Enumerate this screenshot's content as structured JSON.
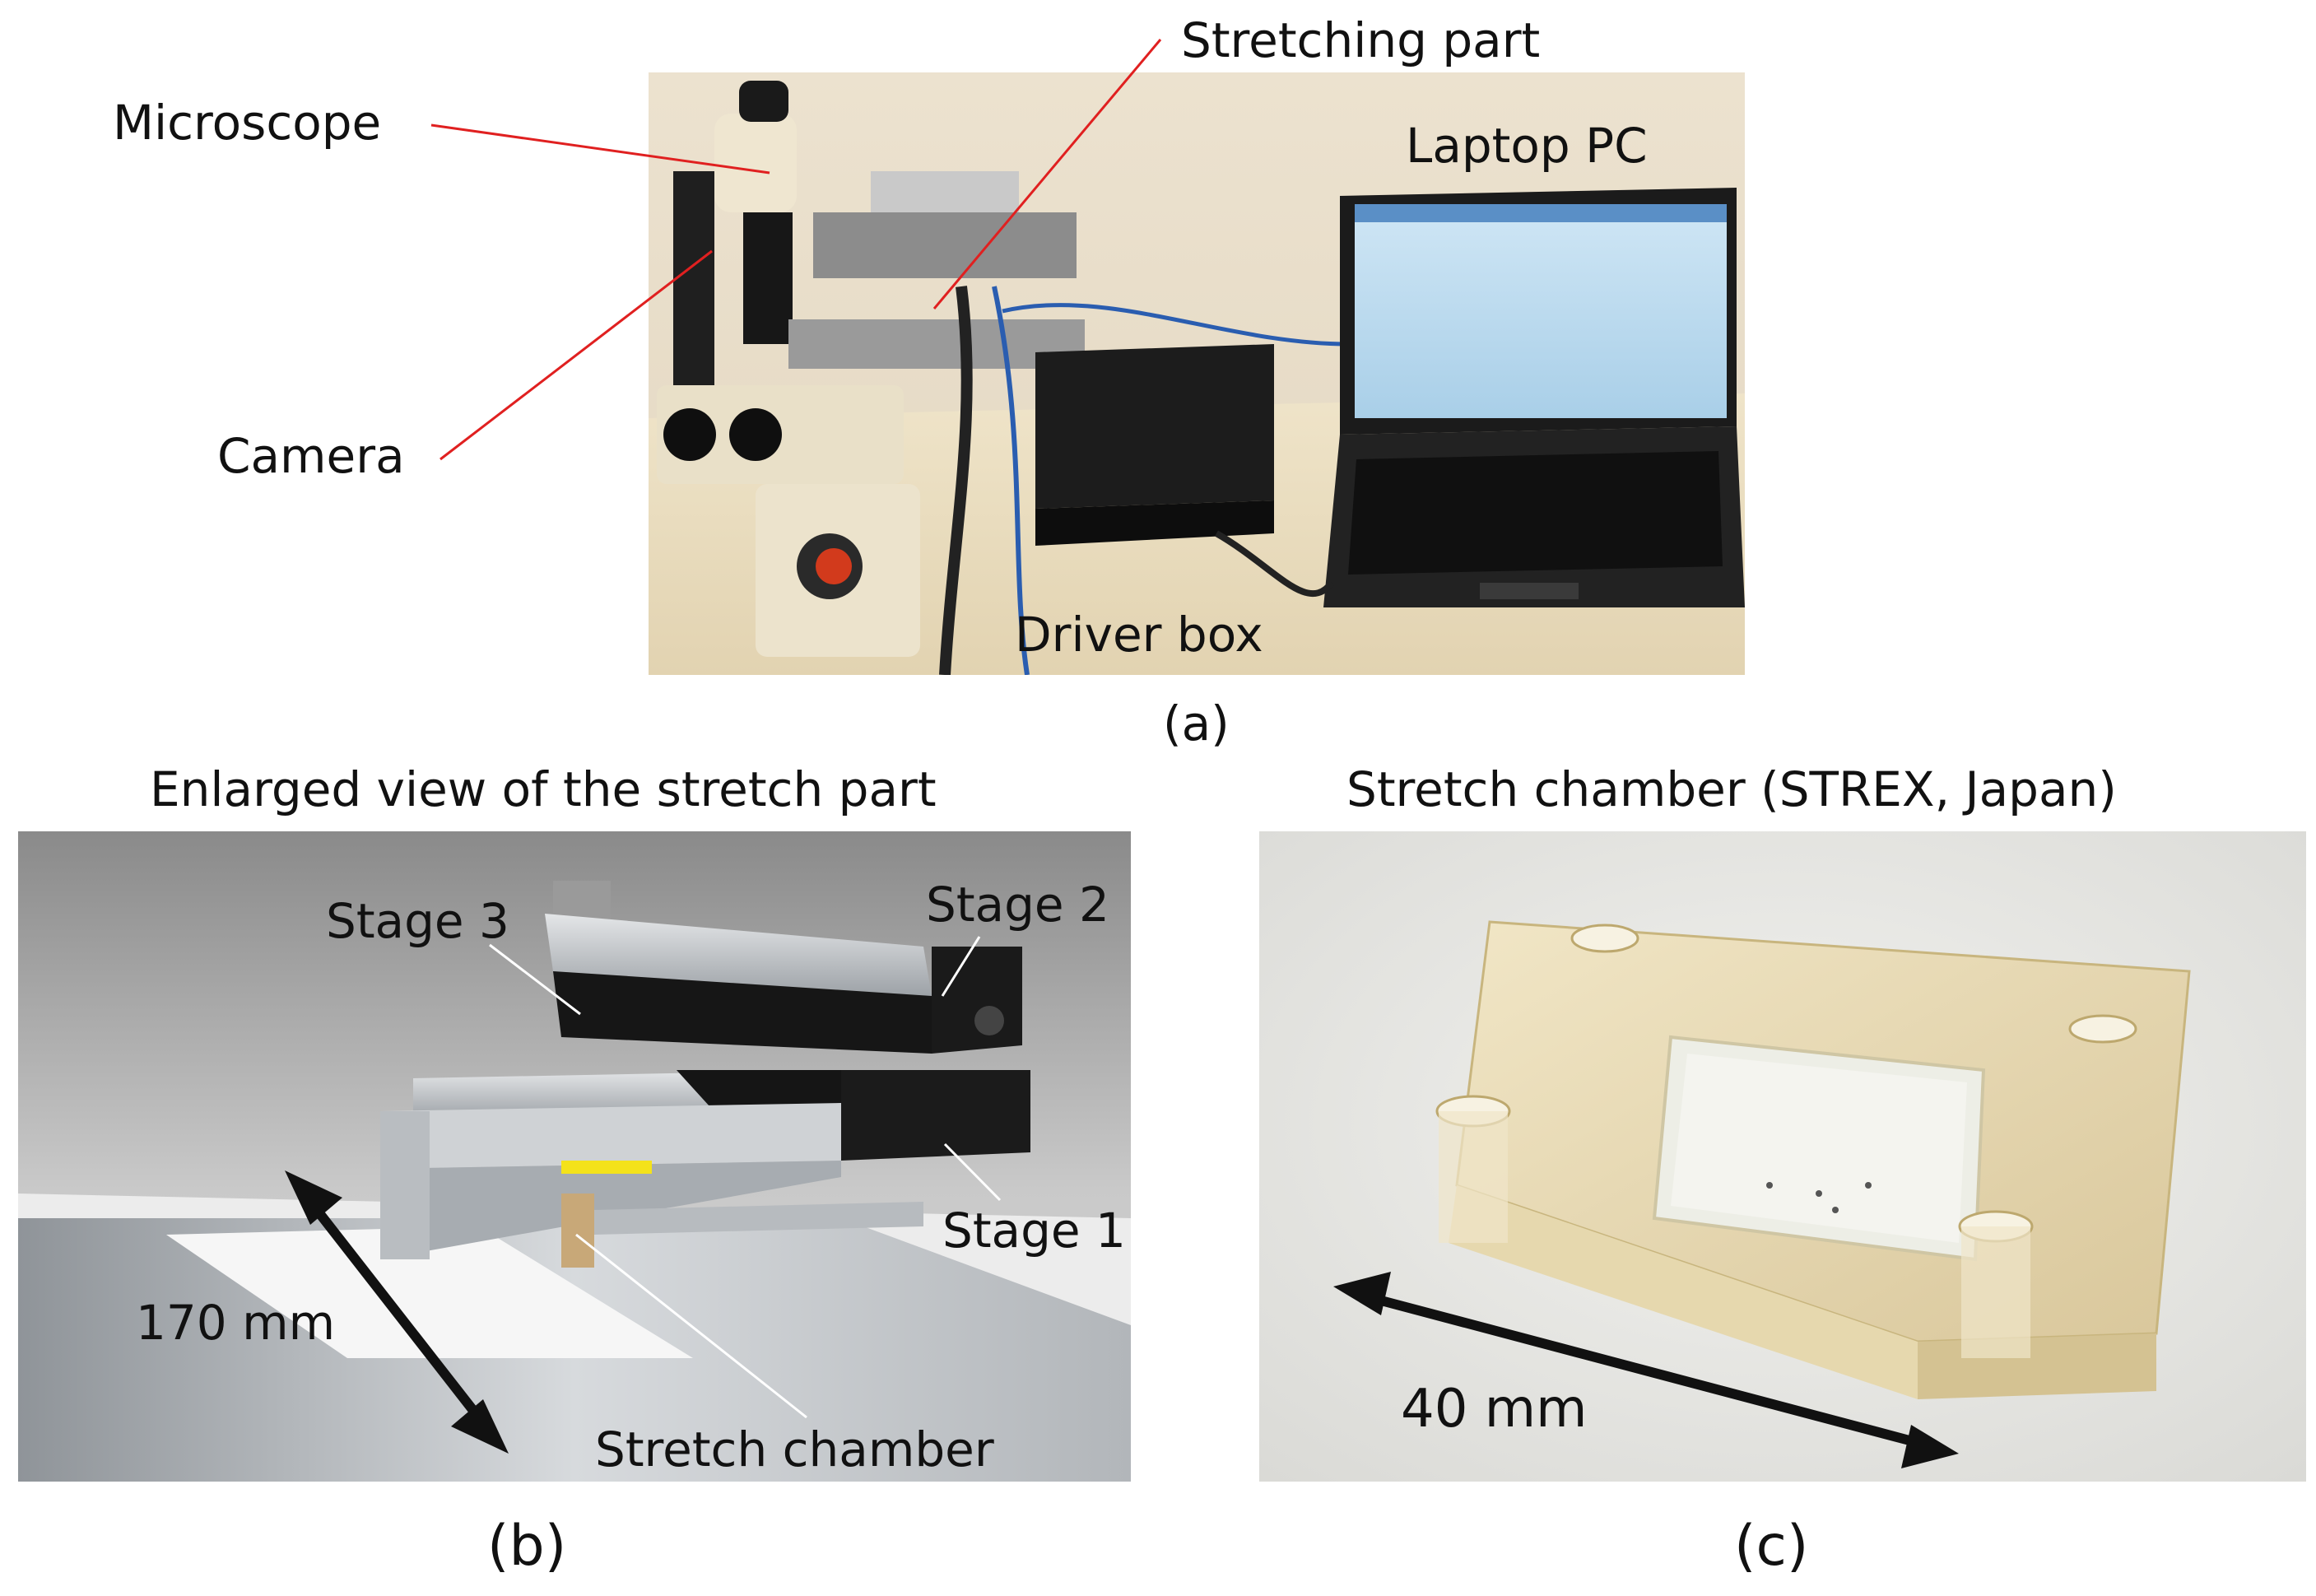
{
  "panel_a": {
    "labels": {
      "stretching_part": "Stretching part",
      "microscope": "Microscope",
      "laptop_pc": "Laptop PC",
      "camera": "Camera",
      "driver_box": "Driver box"
    },
    "caption": "(a)"
  },
  "panel_b": {
    "title": "Enlarged view of the stretch part",
    "labels": {
      "stage_3": "Stage 3",
      "stage_2": "Stage 2",
      "stage_1": "Stage 1",
      "dimension": "170 mm",
      "stretch_chamber": "Stretch chamber"
    },
    "caption": "(b)"
  },
  "panel_c": {
    "title": "Stretch chamber (STREX, Japan)",
    "labels": {
      "dimension": "40 mm"
    },
    "caption": "(c)"
  },
  "colors": {
    "leader_red": "#e02020",
    "leader_white": "#ffffff",
    "arrow": "#111111"
  }
}
